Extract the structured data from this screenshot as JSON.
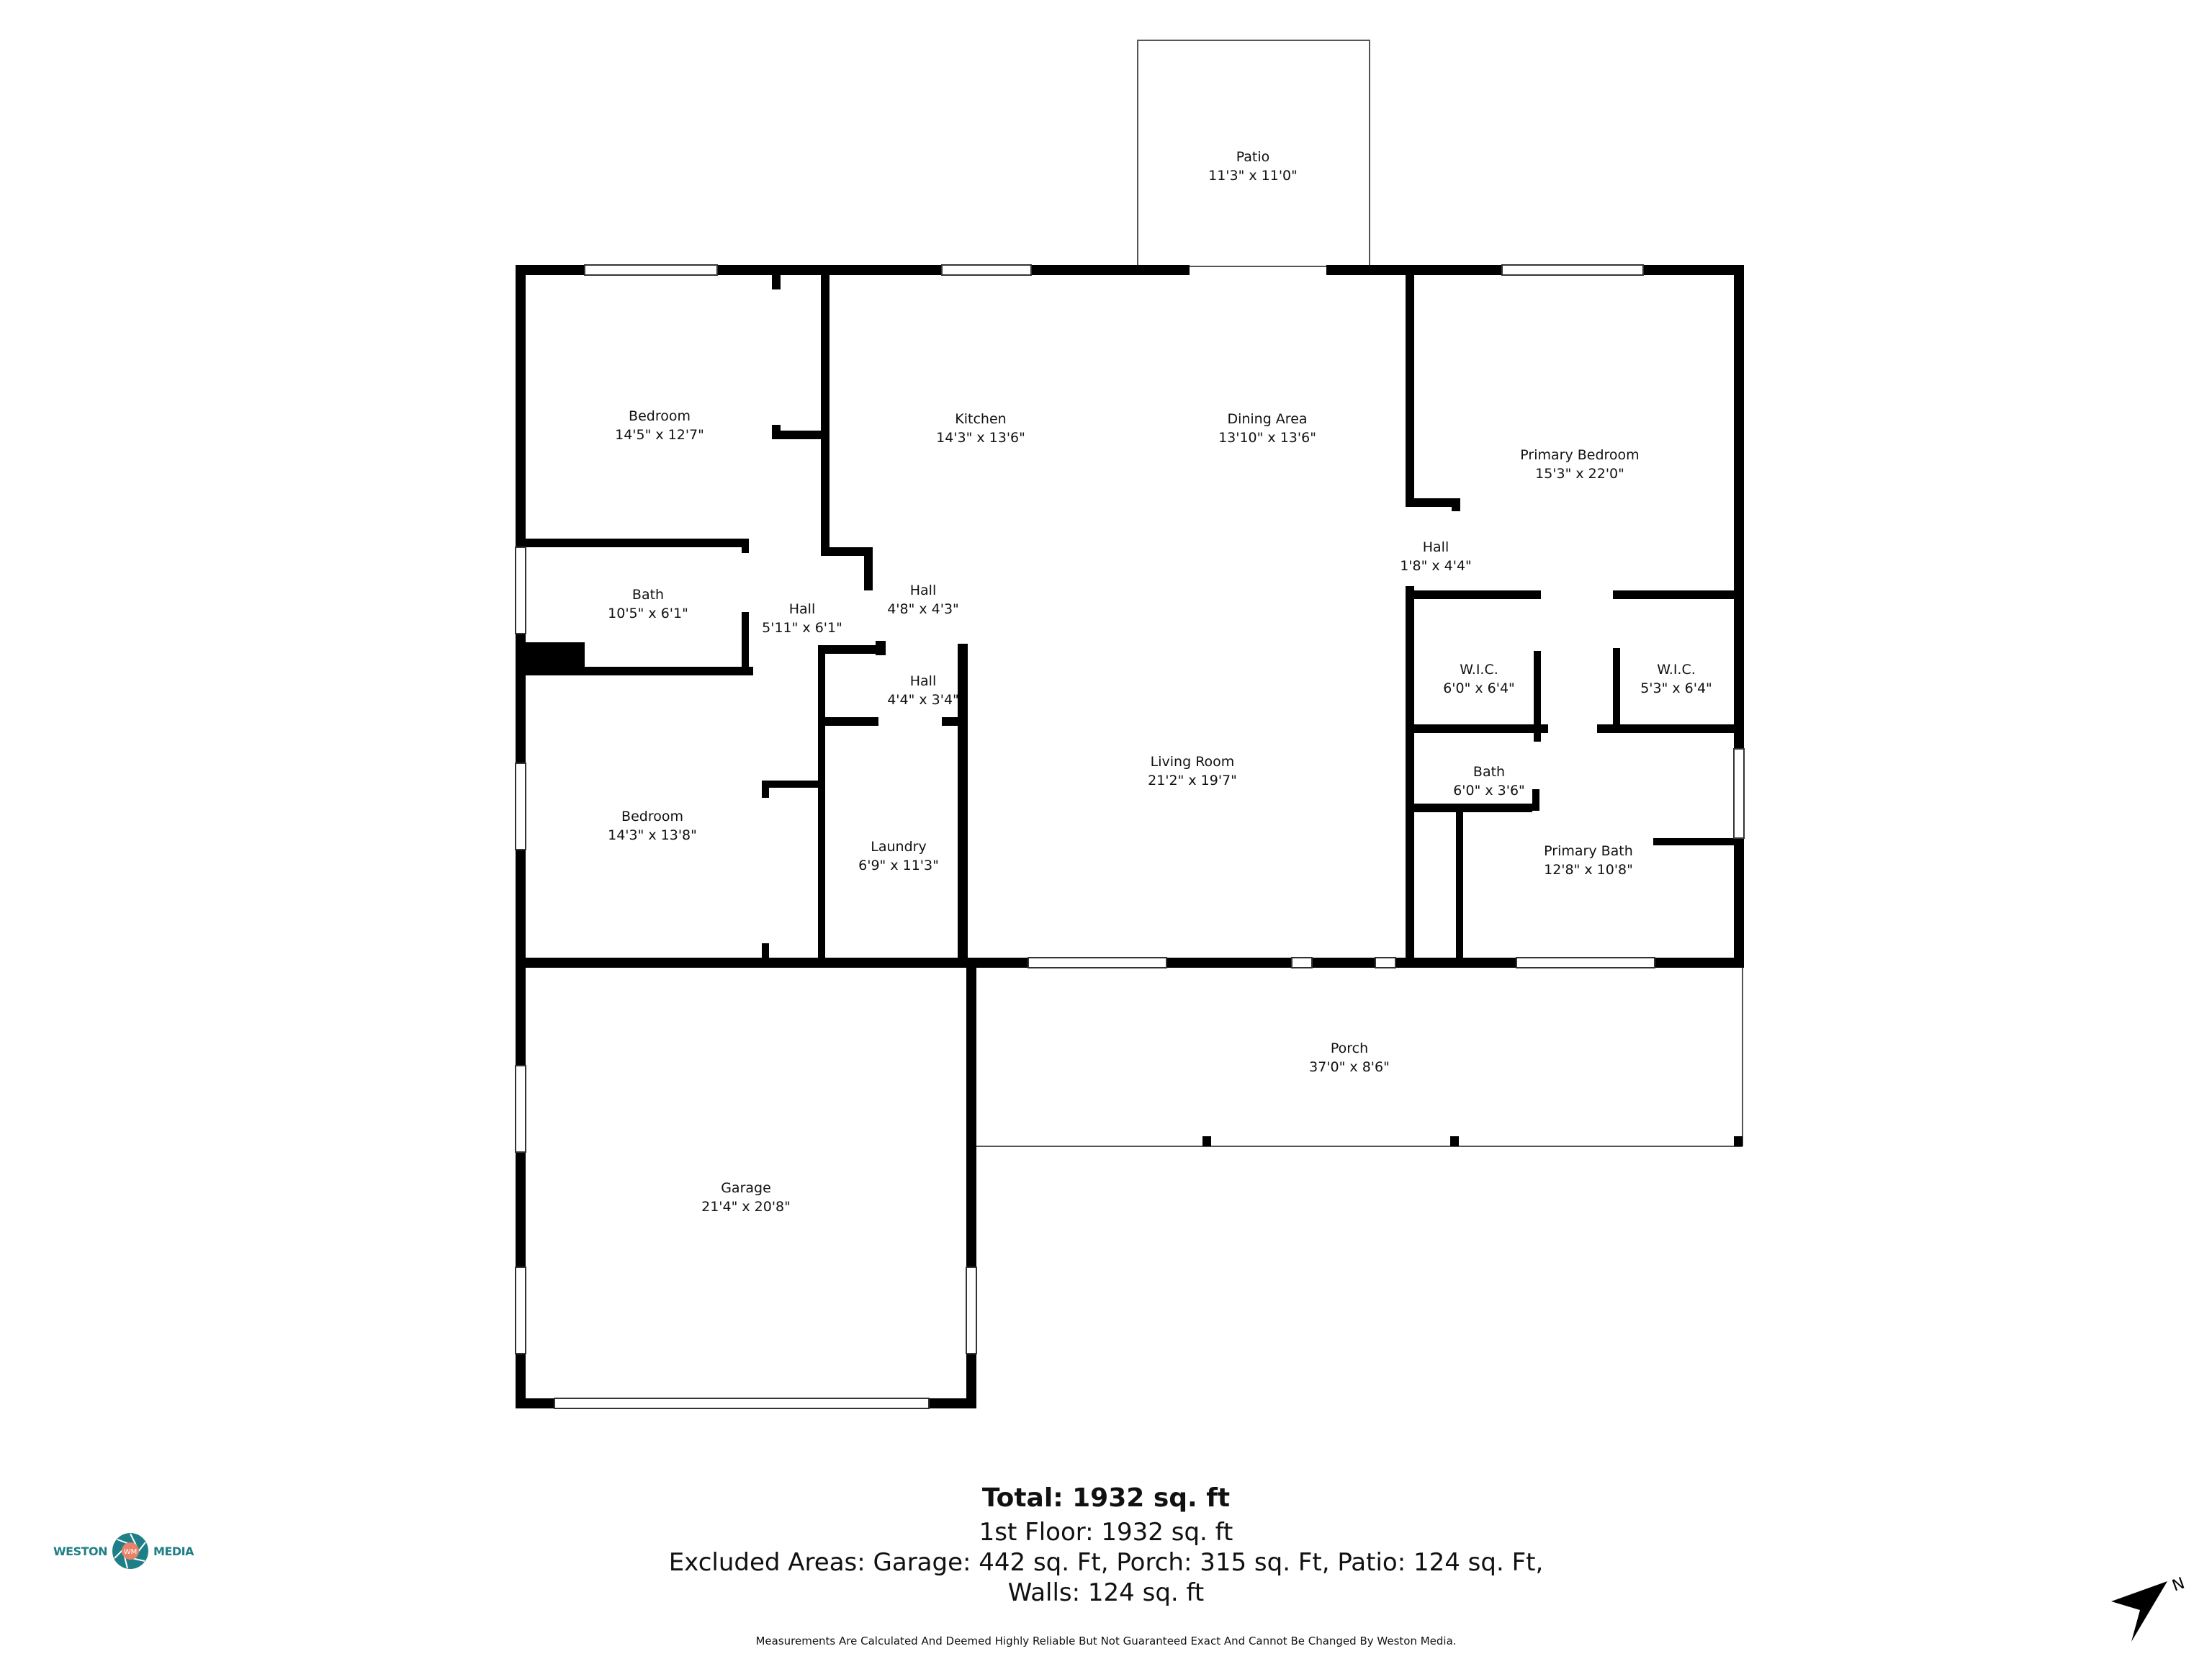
{
  "rooms": [
    {
      "name": "Patio",
      "dims": "11'3\" x 11'0\""
    },
    {
      "name": "Bedroom",
      "dims": "14'5\" x 12'7\""
    },
    {
      "name": "Kitchen",
      "dims": "14'3\" x 13'6\""
    },
    {
      "name": "Dining Area",
      "dims": "13'10\" x 13'6\""
    },
    {
      "name": "Primary Bedroom",
      "dims": "15'3\" x 22'0\""
    },
    {
      "name": "Bath",
      "dims": "10'5\" x 6'1\""
    },
    {
      "name": "Hall",
      "dims": "5'11\" x 6'1\""
    },
    {
      "name": "Hall",
      "dims": "4'8\" x 4'3\""
    },
    {
      "name": "Hall",
      "dims": "1'8\" x 4'4\""
    },
    {
      "name": "Hall",
      "dims": "4'4\" x 3'4\""
    },
    {
      "name": "W.I.C.",
      "dims": "6'0\" x 6'4\""
    },
    {
      "name": "W.I.C.",
      "dims": "5'3\" x 6'4\""
    },
    {
      "name": "Bedroom",
      "dims": "14'3\" x 13'8\""
    },
    {
      "name": "Laundry",
      "dims": "6'9\" x 11'3\""
    },
    {
      "name": "Living Room",
      "dims": "21'2\" x 19'7\""
    },
    {
      "name": "Bath",
      "dims": "6'0\" x 3'6\""
    },
    {
      "name": "Primary Bath",
      "dims": "12'8\" x 10'8\""
    },
    {
      "name": "Porch",
      "dims": "37'0\" x 8'6\""
    },
    {
      "name": "Garage",
      "dims": "21'4\" x 20'8\""
    }
  ],
  "summary": {
    "total": "Total: 1932 sq. ft",
    "first_floor": "1st Floor: 1932 sq. ft",
    "excluded": "Excluded Areas: Garage: 442 sq. Ft, Porch: 315 sq. Ft, Patio: 124 sq. Ft,",
    "walls": "Walls: 124 sq. ft",
    "disclaimer": "Measurements Are Calculated And Deemed Highly Reliable But Not Guaranteed Exact And Cannot Be Changed By Weston Media."
  },
  "logo": {
    "left": "WESTON",
    "right": "MEDIA",
    "mark": "WM",
    "teal": "#1f7f86",
    "coral": "#e8826a"
  },
  "compass": {
    "label": "N"
  }
}
